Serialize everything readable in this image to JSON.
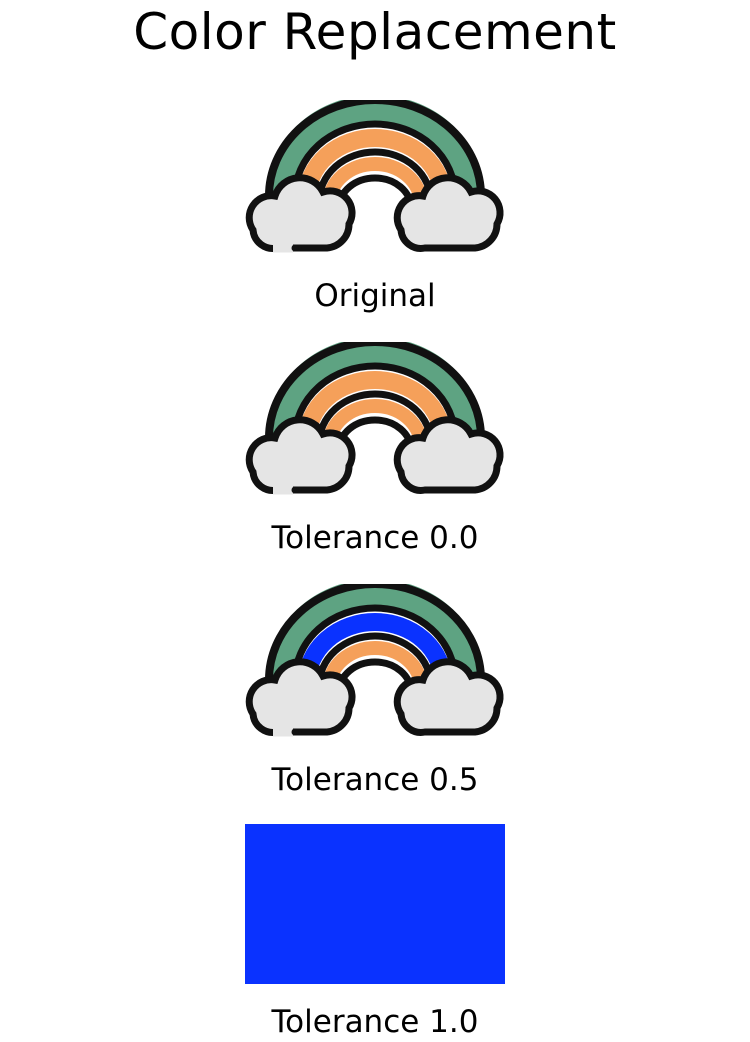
{
  "header": {
    "title": "Color Replacement"
  },
  "colors": {
    "outline": "#111111",
    "outer_band": "#5ea382",
    "middle_band": "#f5a05a",
    "inner_band": "#f5a05a",
    "cloud_fill": "#e5e5e5",
    "cloud_shade": "#d4d4d4",
    "replacement": "#0a32ff",
    "background": "#ffffff"
  },
  "samples": [
    {
      "caption": "Original",
      "icon": "rainbow-cloud-icon",
      "variant": "original"
    },
    {
      "caption": "Tolerance 0.0",
      "icon": "rainbow-cloud-icon",
      "variant": "tolerance-0"
    },
    {
      "caption": "Tolerance 0.5",
      "icon": "rainbow-cloud-icon",
      "variant": "tolerance-0.5"
    },
    {
      "caption": "Tolerance 1.0",
      "icon": "solid-blue-fill",
      "variant": "tolerance-1"
    }
  ]
}
